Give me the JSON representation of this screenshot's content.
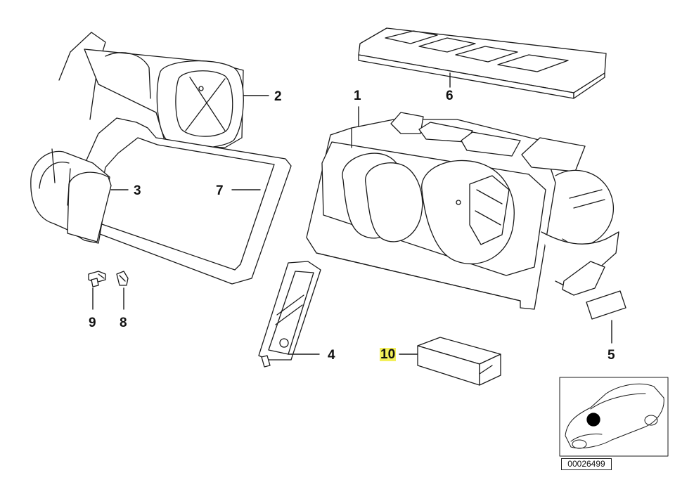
{
  "callouts": {
    "c1": "1",
    "c2": "2",
    "c3": "3",
    "c4": "4",
    "c5": "5",
    "c6": "6",
    "c7": "7",
    "c8": "8",
    "c9": "9",
    "c10": "10"
  },
  "image_number": "00026499",
  "colors": {
    "line": "#1a1a1a",
    "highlight": "#f3f05a",
    "locator_dot": "#000000"
  }
}
